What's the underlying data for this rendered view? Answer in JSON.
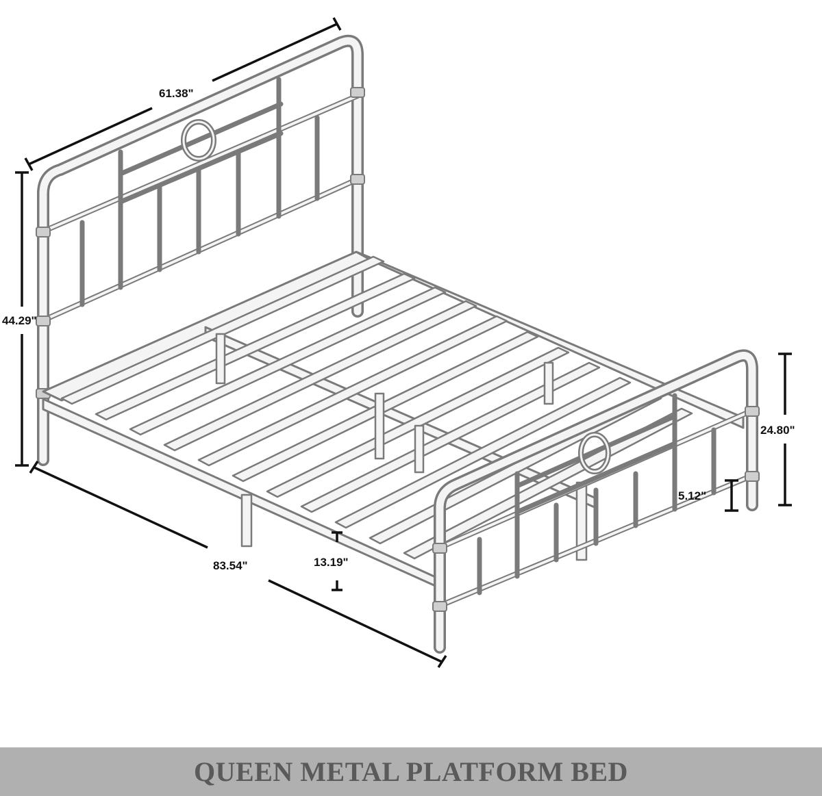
{
  "dimensions": {
    "width": "61.38\"",
    "headboard_height": "44.29\"",
    "length": "83.54\"",
    "clearance": "13.19\"",
    "footboard_height": "24.80\"",
    "footboard_gap": "5.12\""
  },
  "title": "QUEEN METAL PLATFORM BED",
  "colors": {
    "frame": "#7a7a7a",
    "dimension_lines": "#111111",
    "title_bar": "#b0b0b0",
    "title_text": "#5a5a5a"
  }
}
